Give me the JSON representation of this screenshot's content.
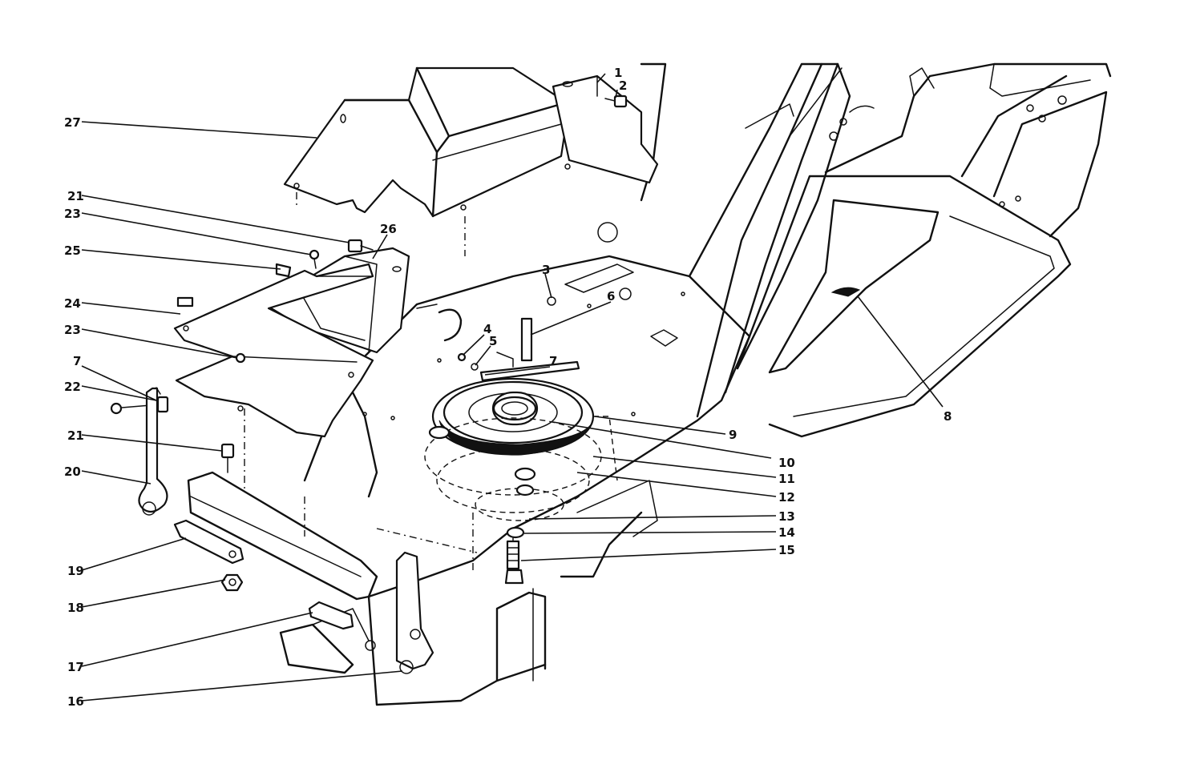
{
  "callouts": [
    {
      "id": "c1",
      "label": "1"
    },
    {
      "id": "c2",
      "label": "2"
    },
    {
      "id": "c3",
      "label": "3"
    },
    {
      "id": "c4",
      "label": "4"
    },
    {
      "id": "c5",
      "label": "5"
    },
    {
      "id": "c6",
      "label": "6"
    },
    {
      "id": "c7a",
      "label": "7"
    },
    {
      "id": "c7b",
      "label": "7"
    },
    {
      "id": "c8",
      "label": "8"
    },
    {
      "id": "c9",
      "label": "9"
    },
    {
      "id": "c10",
      "label": "10"
    },
    {
      "id": "c11",
      "label": "11"
    },
    {
      "id": "c12",
      "label": "12"
    },
    {
      "id": "c13",
      "label": "13"
    },
    {
      "id": "c14",
      "label": "14"
    },
    {
      "id": "c15",
      "label": "15"
    },
    {
      "id": "c16",
      "label": "16"
    },
    {
      "id": "c17",
      "label": "17"
    },
    {
      "id": "c18",
      "label": "18"
    },
    {
      "id": "c19",
      "label": "19"
    },
    {
      "id": "c20",
      "label": "20"
    },
    {
      "id": "c21a",
      "label": "21"
    },
    {
      "id": "c21b",
      "label": "21"
    },
    {
      "id": "c22",
      "label": "22"
    },
    {
      "id": "c23a",
      "label": "23"
    },
    {
      "id": "c23b",
      "label": "23"
    },
    {
      "id": "c24",
      "label": "24"
    },
    {
      "id": "c25",
      "label": "25"
    },
    {
      "id": "c26",
      "label": "26"
    },
    {
      "id": "c27",
      "label": "27"
    }
  ]
}
